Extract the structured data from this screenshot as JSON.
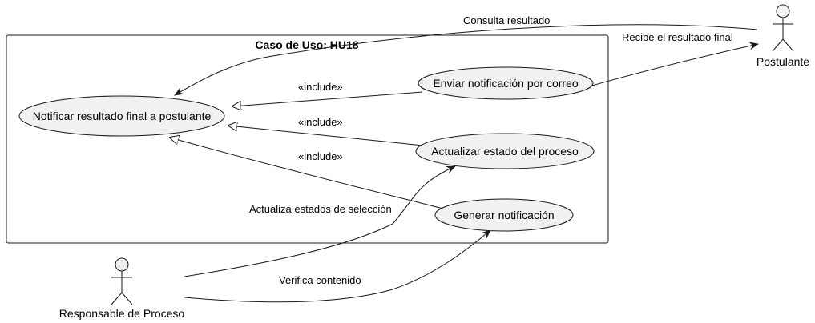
{
  "system": {
    "title": "Caso de Uso: HU18"
  },
  "actors": {
    "postulante": "Postulante",
    "responsable": "Responsable de Proceso"
  },
  "use_cases": {
    "notificar": "Notificar resultado final a postulante",
    "enviar": "Enviar notificación por correo",
    "actualizar": "Actualizar estado del proceso",
    "generar": "Generar notificación"
  },
  "relations": {
    "consulta": "Consulta resultado",
    "recibe": "Recibe el resultado final",
    "include_1": "«include»",
    "include_2": "«include»",
    "include_3": "«include»",
    "actualiza": "Actualiza estados de selección",
    "verifica": "Verifica contenido"
  },
  "colors": {
    "fill": "#f1f1f1",
    "stroke": "#181818",
    "background": "#ffffff"
  }
}
